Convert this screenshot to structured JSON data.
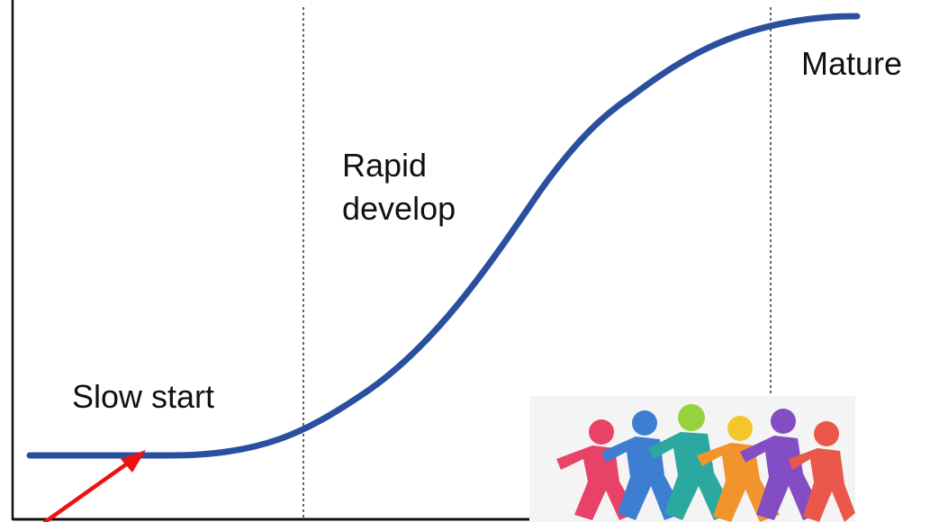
{
  "phases": {
    "slow_start": "Slow start",
    "rapid_line1": "Rapid",
    "rapid_line2": "develop",
    "mature": "Mature"
  },
  "colors": {
    "curve": "#2a4f9e",
    "axis": "#111111",
    "divider": "#333333",
    "arrow": "#ee1111"
  },
  "illustration": {
    "subject": "runners-silhouettes",
    "colors": [
      "#e7355b",
      "#2f74d0",
      "#1aa39a",
      "#8fcf2f",
      "#f6c21c",
      "#f28b1c",
      "#7a3fc0",
      "#e94b3c"
    ]
  }
}
